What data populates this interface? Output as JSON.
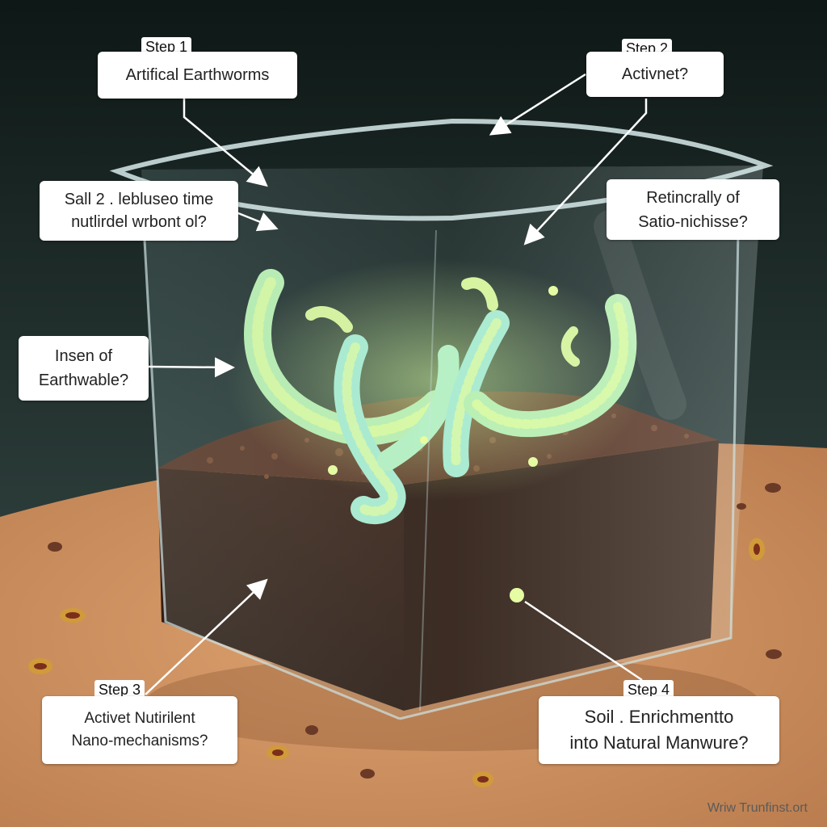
{
  "steps": {
    "step1": {
      "title": "Step 1",
      "label": "Artifical Earthworms"
    },
    "step2": {
      "title": "Step 2",
      "label": "Activnet?"
    },
    "step3": {
      "title": "Step 3",
      "line1": "Activet Nutirilent",
      "line2": "Nano-mechanisms?"
    },
    "step4": {
      "title": "Step 4",
      "line1": "Soil . Enrichmentto",
      "line2": "into Natural Manwure?"
    }
  },
  "side_labels": {
    "left_top": {
      "line1": "Sall 2 . lebluseo time",
      "line2": "nutlirdel wrbont ol?"
    },
    "right_top": {
      "line1": "Retincrally of",
      "line2": "Satio-nichisse?"
    },
    "left_mid": {
      "line1": "Insen of",
      "line2": "Earthwable?"
    }
  },
  "watermark": "Wriw Trunfinst.ort",
  "colors": {
    "background_top": "#101a18",
    "table": "#d08e5c",
    "soil": "#3a2216",
    "worm_glow": "#c8f59a",
    "worm_body": "#9ee8c9"
  }
}
